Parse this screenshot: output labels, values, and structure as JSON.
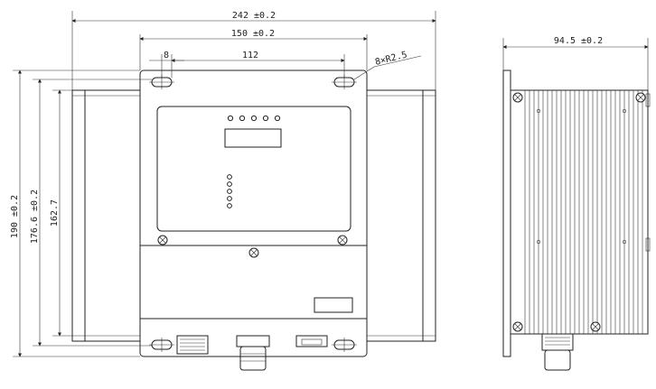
{
  "dimensions": {
    "overall_width": "242 ±0.2",
    "plate_width": "150 ±0.2",
    "slot_offset": "8",
    "slot_spacing": "112",
    "hole_radius": "8×R2.5",
    "overall_height": "190 ±0.2",
    "body_height": "176.6 ±0.2",
    "fin_height": "162.7",
    "side_depth": "94.5 ±0.2"
  },
  "indicators": {
    "top_leds": 5,
    "side_leds": 5
  }
}
